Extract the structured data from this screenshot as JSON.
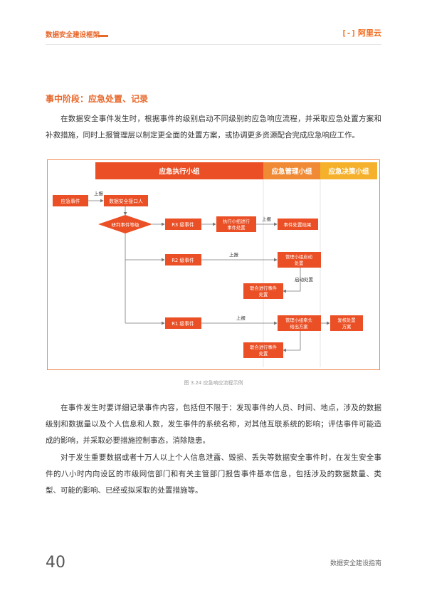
{
  "header": {
    "title": "数据安全建设框架",
    "logo_mark": "[-]",
    "logo_text": "阿里云"
  },
  "section_title": "事中阶段：应急处置、记录",
  "paragraphs": [
    "在数据安全事件发生时，根据事件的级别启动不同级别的应急响应流程，并采取应急处置方案和补救措施，同时上报管理层以制定更全面的处置方案，或协调更多资源配合完成应急响应工作。",
    "在事件发生时要详细记录事件内容，包括但不限于：发现事件的人员、时间、地点，涉及的数据级别和数据量以及个人信息和人数，发生事件的系统名称，对其他互联系统的影响；评估事件可能造成的影响，并采取必要措施控制事态，消除隐患。",
    "对于发生重要数据或者十万人以上个人信息泄露、毁损、丢失等数据安全事件时，在发生安全事件的八小时内向设区的市级网信部门和有关主管部门报告事件基本信息，包括涉及的数据数量、类型、可能的影响、已经或拟采取的处置措施等。"
  ],
  "flowchart": {
    "colors": {
      "header_exec": "#ea4f25",
      "header_mgmt": "#f08a35",
      "header_decision": "#f6b12c",
      "node": "#ea4f25",
      "line": "#777777"
    },
    "lanes": [
      "应急执行小组",
      "应急管理小组",
      "应急决策小组"
    ],
    "nodes": {
      "report_event": "应急事件",
      "security_contact": "数据安全接口人",
      "judge_level": "研判事件等级",
      "r3": "R3 级事件",
      "exec_handle": [
        "执行小组进行",
        "事件处置"
      ],
      "handle_result": "事件处置结果",
      "r2": "R2 级事件",
      "mgmt_start": [
        "管理小组启动",
        "处置"
      ],
      "joint_handle_1": [
        "联合进行事件",
        "处置"
      ],
      "r1": "R1 级事件",
      "mgmt_lead": [
        "管理小组牵头",
        "给出方案"
      ],
      "review_plan": [
        "复核处置",
        "方案"
      ],
      "joint_handle_2": [
        "联合进行事件",
        "处置"
      ]
    },
    "labels": {
      "report_up_1": "上报",
      "report_up_2": "上报",
      "report_up_3": "上报",
      "report_up_4": "上报",
      "start_handle": "启动处置"
    }
  },
  "caption": "图 3.24 应急响应流程示例",
  "footer": {
    "page_number": "40",
    "doc_title": "数据安全建设指南"
  }
}
